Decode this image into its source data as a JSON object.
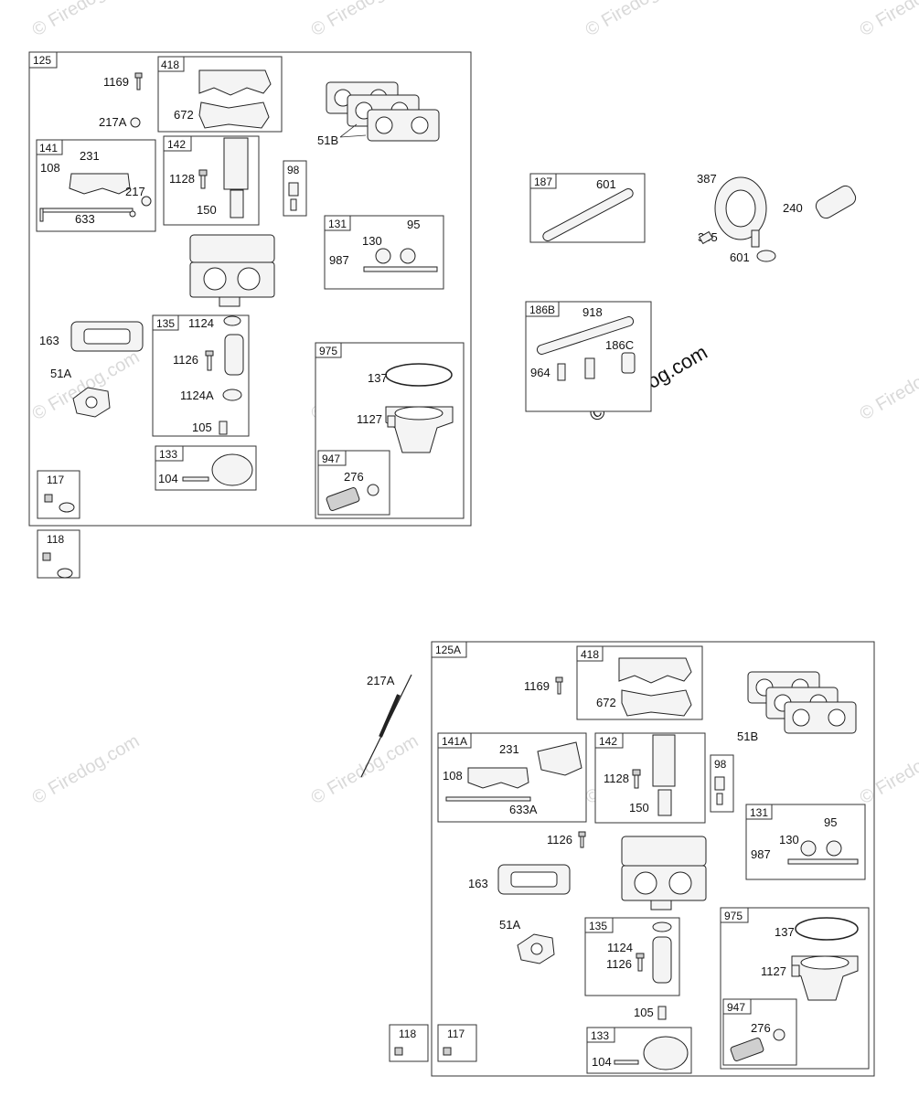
{
  "watermarks": {
    "text": "© Firedog.com",
    "main_text": "© Firedog.com"
  },
  "diagram_top": {
    "assembly": "125",
    "groups": {
      "g418": {
        "id": "418",
        "parts": [
          "672"
        ]
      },
      "g141": {
        "id": "141",
        "parts": [
          "231",
          "108",
          "217",
          "633"
        ]
      },
      "g142": {
        "id": "142",
        "parts": [
          "1128",
          "150"
        ]
      },
      "g98": {
        "id": "98"
      },
      "g131": {
        "id": "131",
        "parts": [
          "95",
          "130",
          "987"
        ]
      },
      "g135": {
        "id": "135",
        "parts": [
          "1124",
          "1126",
          "1124A"
        ]
      },
      "g975": {
        "id": "975",
        "parts": [
          "137",
          "1127"
        ]
      },
      "g947": {
        "id": "947",
        "parts": [
          "276"
        ]
      },
      "g133": {
        "id": "133",
        "parts": [
          "104"
        ]
      },
      "g117": {
        "id": "117"
      },
      "g118": {
        "id": "118"
      }
    },
    "loose_parts": [
      "1169",
      "217A",
      "51B",
      "163",
      "51A",
      "105"
    ]
  },
  "diagram_fuel": {
    "g187": {
      "id": "187",
      "parts": [
        "601"
      ]
    },
    "pump_parts": [
      "387",
      "385",
      "601",
      "240"
    ],
    "g186B": {
      "id": "186B",
      "parts": [
        "918",
        "186C",
        "964"
      ]
    }
  },
  "diagram_bottom": {
    "assembly": "125A",
    "external_part": "217A",
    "groups": {
      "g418": {
        "id": "418",
        "parts": [
          "672"
        ]
      },
      "g141A": {
        "id": "141A",
        "parts": [
          "231",
          "108",
          "633A"
        ]
      },
      "g142": {
        "id": "142",
        "parts": [
          "1128",
          "150"
        ]
      },
      "g98": {
        "id": "98"
      },
      "g131": {
        "id": "131",
        "parts": [
          "95",
          "130",
          "987"
        ]
      },
      "g975": {
        "id": "975",
        "parts": [
          "137",
          "1127"
        ]
      },
      "g947": {
        "id": "947",
        "parts": [
          "276"
        ]
      },
      "g135": {
        "id": "135",
        "parts": [
          "1124",
          "1126"
        ]
      },
      "g133": {
        "id": "133",
        "parts": [
          "104"
        ]
      },
      "g118": {
        "id": "118"
      },
      "g117": {
        "id": "117"
      }
    },
    "loose_parts": [
      "1169",
      "51B",
      "1126",
      "163",
      "51A",
      "105"
    ]
  }
}
